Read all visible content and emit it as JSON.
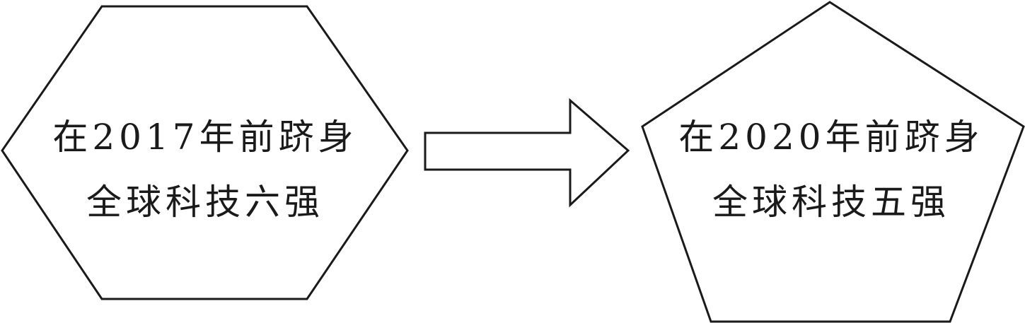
{
  "diagram": {
    "stroke_color": "#1a1a1a",
    "fill_color": "#ffffff",
    "left_node": {
      "shape": "hexagon",
      "line1": "在2017年前跻身",
      "line2": "全球科技六强"
    },
    "connector": {
      "shape": "block-arrow",
      "direction": "right"
    },
    "right_node": {
      "shape": "pentagon",
      "line1": "在2020年前跻身",
      "line2": "全球科技五强"
    }
  }
}
